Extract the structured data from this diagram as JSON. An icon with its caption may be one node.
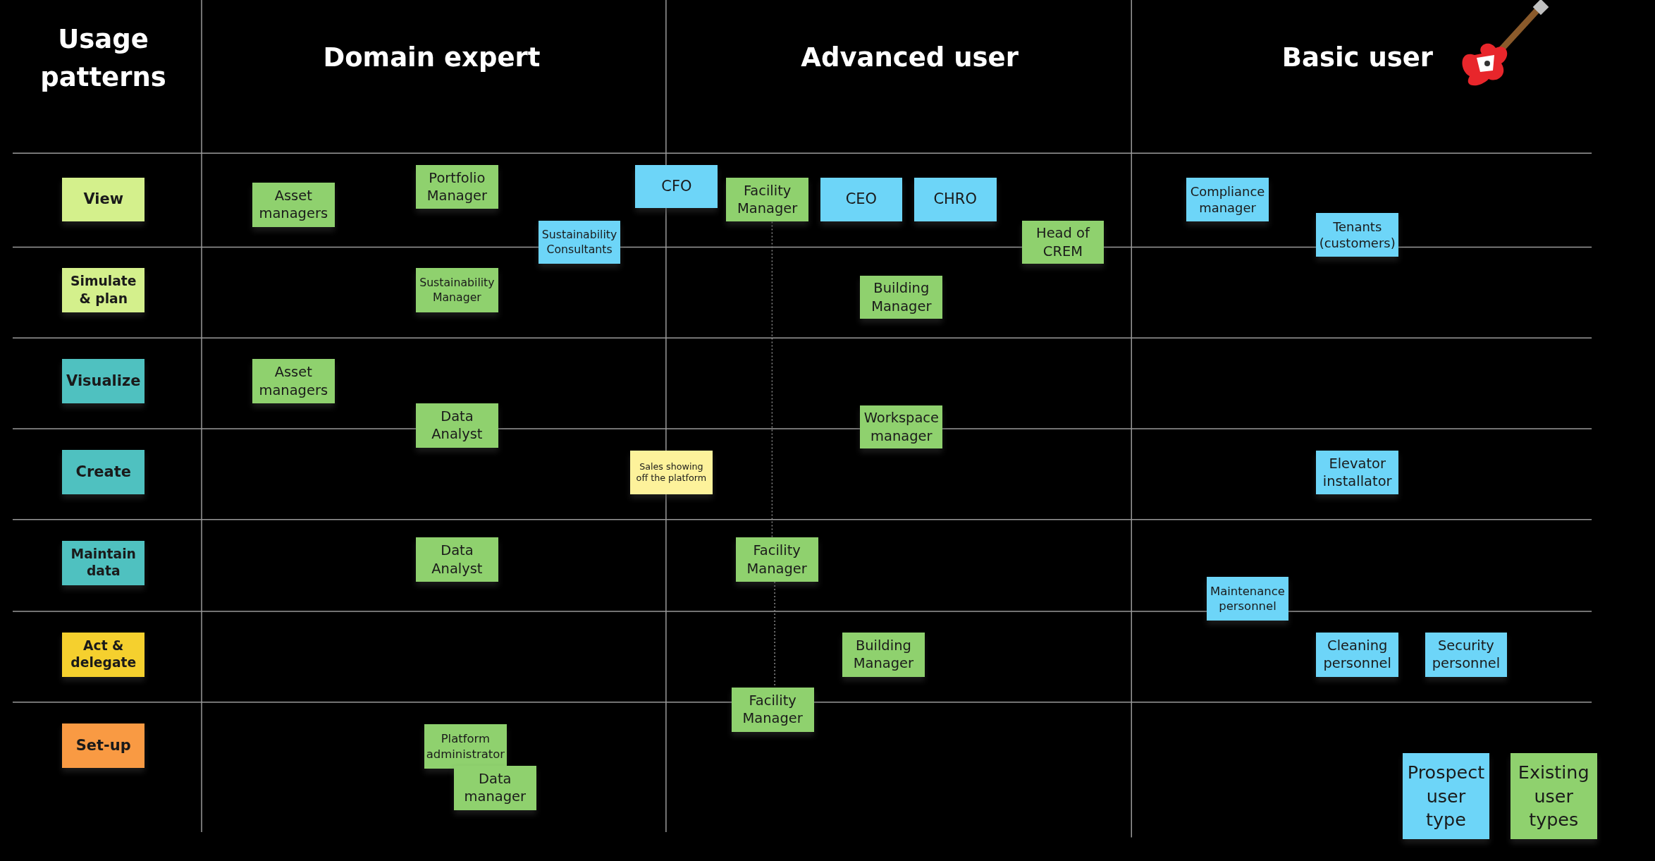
{
  "diagram": {
    "nodes": [
      {
        "text": [
          "View"
        ]
      },
      {
        "text": [
          "Simulate & plan"
        ]
      },
      {
        "text": [
          "Visualize"
        ]
      },
      {
        "text": [
          "Create"
        ]
      },
      {
        "text": [
          "Maintain data"
        ]
      },
      {
        "text": [
          "Act & delegate"
        ]
      },
      {
        "text": [
          "Set-up"
        ]
      },
      {
        "text": [
          "Asset managers"
        ]
      },
      {
        "text": [
          "Portfolio Manager"
        ]
      },
      {
        "text": [
          "CFO"
        ]
      },
      {
        "text": [
          "Facility Manager"
        ]
      },
      {
        "text": [
          "CEO"
        ]
      },
      {
        "text": [
          "CHRO"
        ]
      },
      {
        "text": [
          "Compliance manager"
        ]
      },
      {
        "text": [
          "Sustainability Consultants"
        ]
      },
      {
        "text": [
          "Head of CREM"
        ]
      },
      {
        "text": [
          "Tenants (customers)"
        ]
      },
      {
        "text": [
          "Sustainability Manager"
        ]
      },
      {
        "text": [
          "Building Manager"
        ]
      },
      {
        "text": [
          "Asset managers"
        ]
      },
      {
        "text": [
          "Data Analyst"
        ]
      },
      {
        "text": [
          "Workspace manager"
        ]
      },
      {
        "text": [
          "Sales showing off the platform"
        ]
      },
      {
        "text": [
          "Elevator installator"
        ]
      },
      {
        "text": [
          "Data Analyst"
        ]
      },
      {
        "text": [
          "Facility Manager"
        ]
      },
      {
        "text": [
          "Maintenance personnel"
        ]
      },
      {
        "text": [
          "Building Manager"
        ]
      },
      {
        "text": [
          "Cleaning personnel"
        ]
      },
      {
        "text": [
          "Security personnel"
        ]
      },
      {
        "text": [
          "Facility Manager"
        ]
      },
      {
        "text": [
          "Platform administrator"
        ]
      },
      {
        "text": [
          "Data manager"
        ]
      }
    ],
    "edges": [
      {
        "from": 10,
        "to": 25,
        "arrow": "none",
        "style": "dashed"
      },
      {
        "from": 25,
        "to": 30,
        "arrow": "none",
        "style": "dashed"
      }
    ],
    "labels": [
      "Usage patterns",
      "Domain expert",
      "Advanced user",
      "Basic user"
    ],
    "legend": [
      {
        "text": "Prospect user type",
        "color": "#6dd5f8"
      },
      {
        "text": "Existing user types",
        "color": "#8fd16e"
      }
    ]
  }
}
